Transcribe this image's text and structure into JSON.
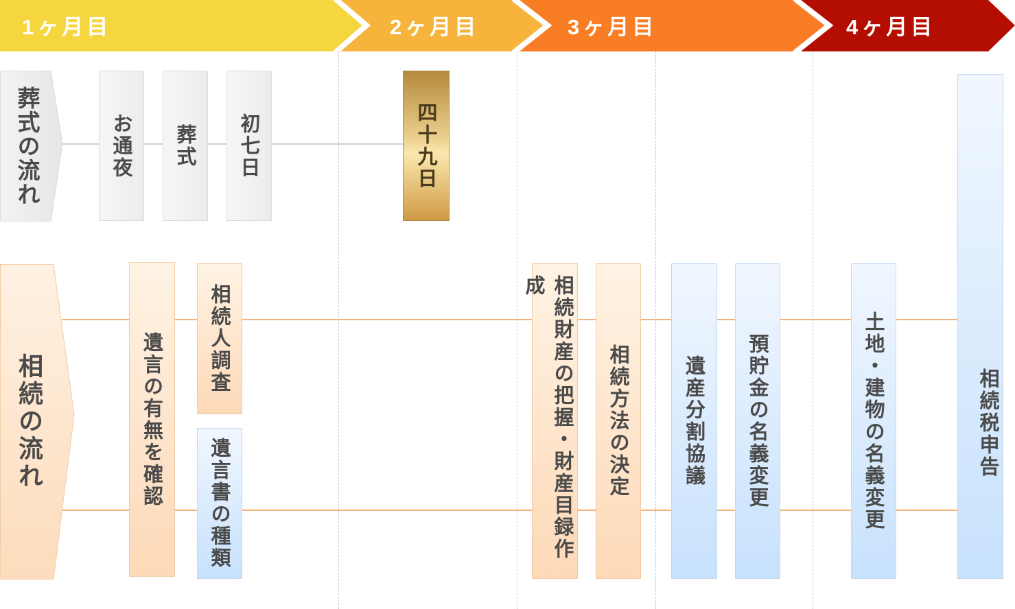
{
  "header": {
    "months": [
      {
        "label": "1ヶ月目",
        "color": "#f6d63e"
      },
      {
        "label": "2ヶ月目",
        "color": "#f6b43c"
      },
      {
        "label": "3ヶ月目",
        "color": "#f97d24"
      },
      {
        "label": "4ヶ月目",
        "color": "#b40d02"
      }
    ]
  },
  "funeral": {
    "title": "葬式の流れ",
    "steps": [
      "お通夜",
      "葬式",
      "初七日",
      "四十九日"
    ]
  },
  "inheritance": {
    "title": "相続の流れ",
    "steps": [
      "遺言の有無を確認",
      "相続人調査",
      "遺言書の種類",
      "相続財産の把握・財産目録作成",
      "相続方法の決定",
      "遺産分割協議",
      "預貯金の名義変更",
      "土地・建物の名義変更",
      "相続税申告"
    ]
  },
  "colors": {
    "gray_box": "#f0f0f0",
    "peach_box": "#fde3c8",
    "blue_box": "#d6e9fd",
    "gold_box": "#e2bd70",
    "line_gray": "#cfcfcf",
    "line_orange": "#f4b27a"
  }
}
